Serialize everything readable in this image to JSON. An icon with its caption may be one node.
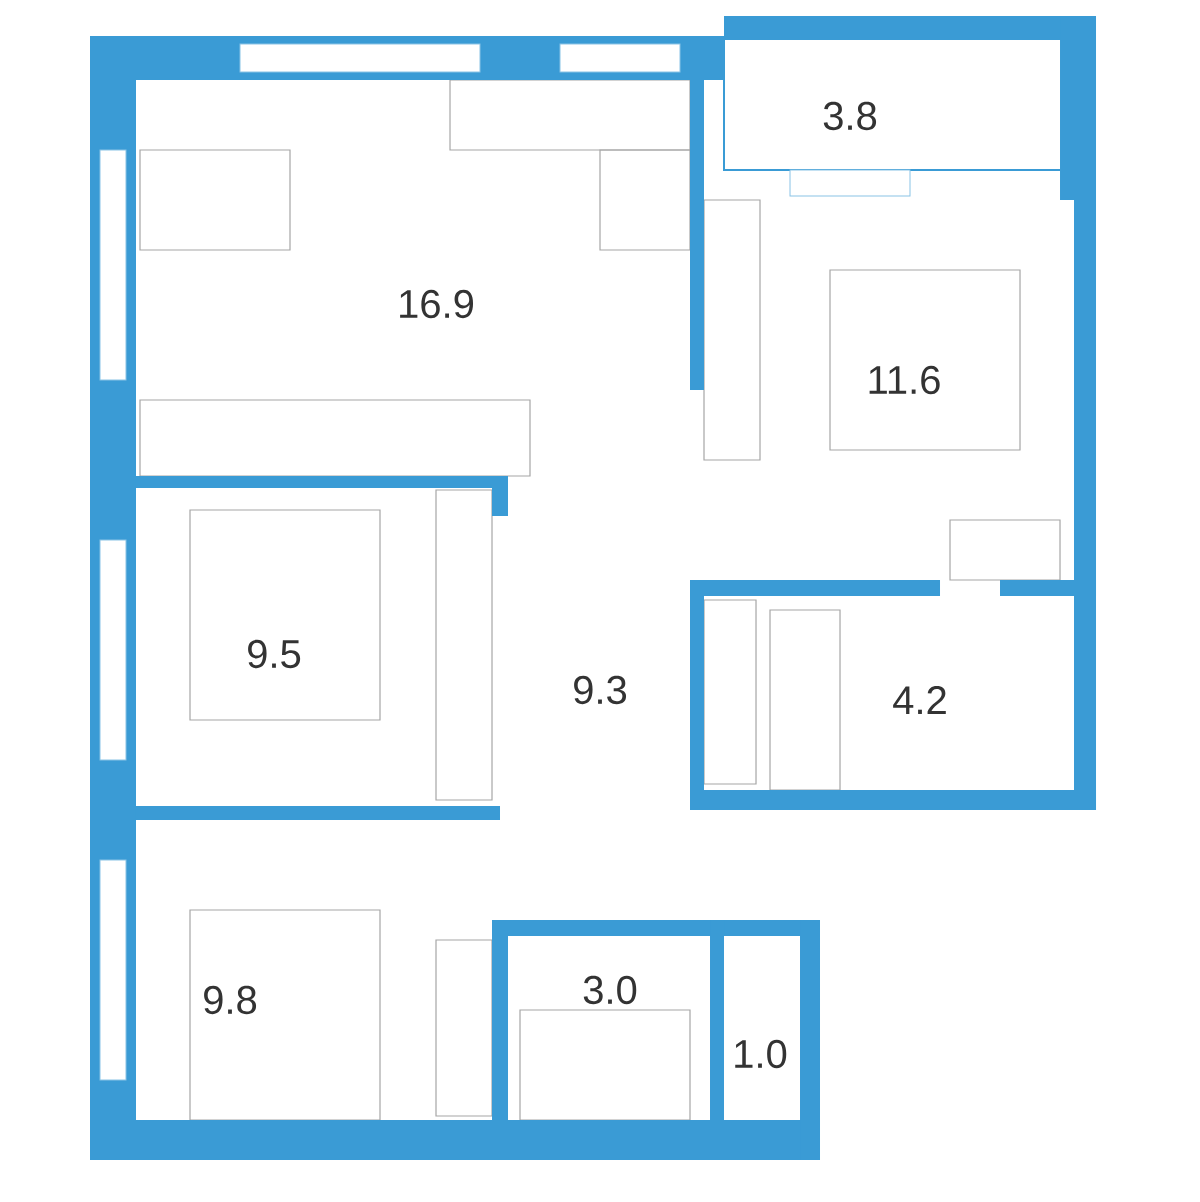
{
  "diagram": {
    "labels": [
      "3.8",
      "16.9",
      "11.6",
      "9.5",
      "9.3",
      "4.2",
      "9.8",
      "3.0",
      "1.0"
    ]
  }
}
